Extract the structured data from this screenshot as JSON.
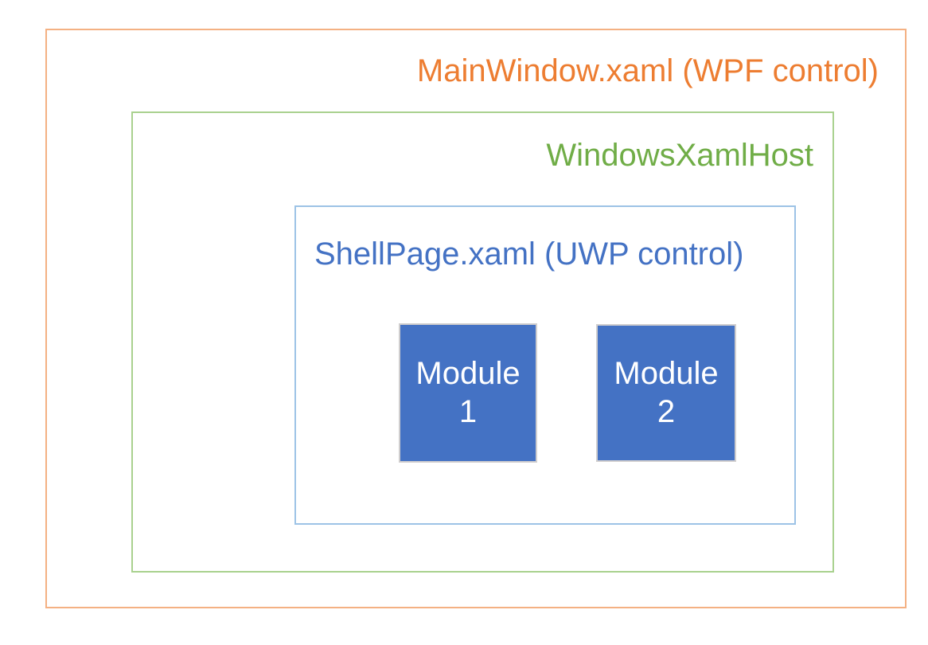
{
  "diagram": {
    "outer_box": {
      "label": "MainWindow.xaml (WPF control)"
    },
    "host_box": {
      "label": "WindowsXamlHost"
    },
    "shell_box": {
      "label": "ShellPage.xaml (UWP control)"
    },
    "modules": [
      {
        "label": "Module 1"
      },
      {
        "label": "Module 2"
      }
    ]
  },
  "colors": {
    "wpf-text": "#ED7D31",
    "wpf-border": "#F4B183",
    "host-text": "#70AD47",
    "host-border": "#A9D18E",
    "shell-text": "#4472C4",
    "shell-border": "#9DC3E6",
    "module-fill": "#4472C4",
    "module-border": "#D0CECE",
    "module-text": "#FFFFFF",
    "page-bg": "#FFFFFF"
  }
}
